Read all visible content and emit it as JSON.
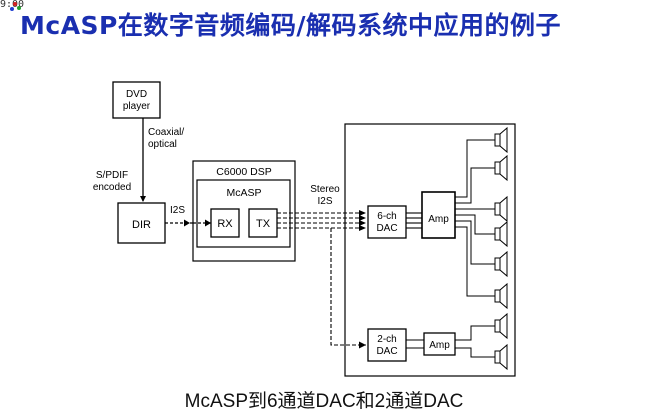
{
  "corner_mark": "9:00",
  "title": "McASP在数字音频编码/解码系统中应用的例子",
  "caption": "McASP到6通道DAC和2通道DAC",
  "diagram": {
    "dvd_player": [
      "DVD",
      "player"
    ],
    "coaxial_optical": [
      "Coaxial/",
      "optical"
    ],
    "spdif_encoded": [
      "S/PDIF",
      "encoded"
    ],
    "dir": "DIR",
    "i2s": "I2S",
    "dsp": "C6000 DSP",
    "mcasp": "McASP",
    "rx": "RX",
    "tx": "TX",
    "stereo_i2s": [
      "Stereo",
      "I2S"
    ],
    "dac6": [
      "6-ch",
      "DAC"
    ],
    "dac2": [
      "2-ch",
      "DAC"
    ],
    "amp_main": "Amp",
    "amp_small": "Amp"
  }
}
